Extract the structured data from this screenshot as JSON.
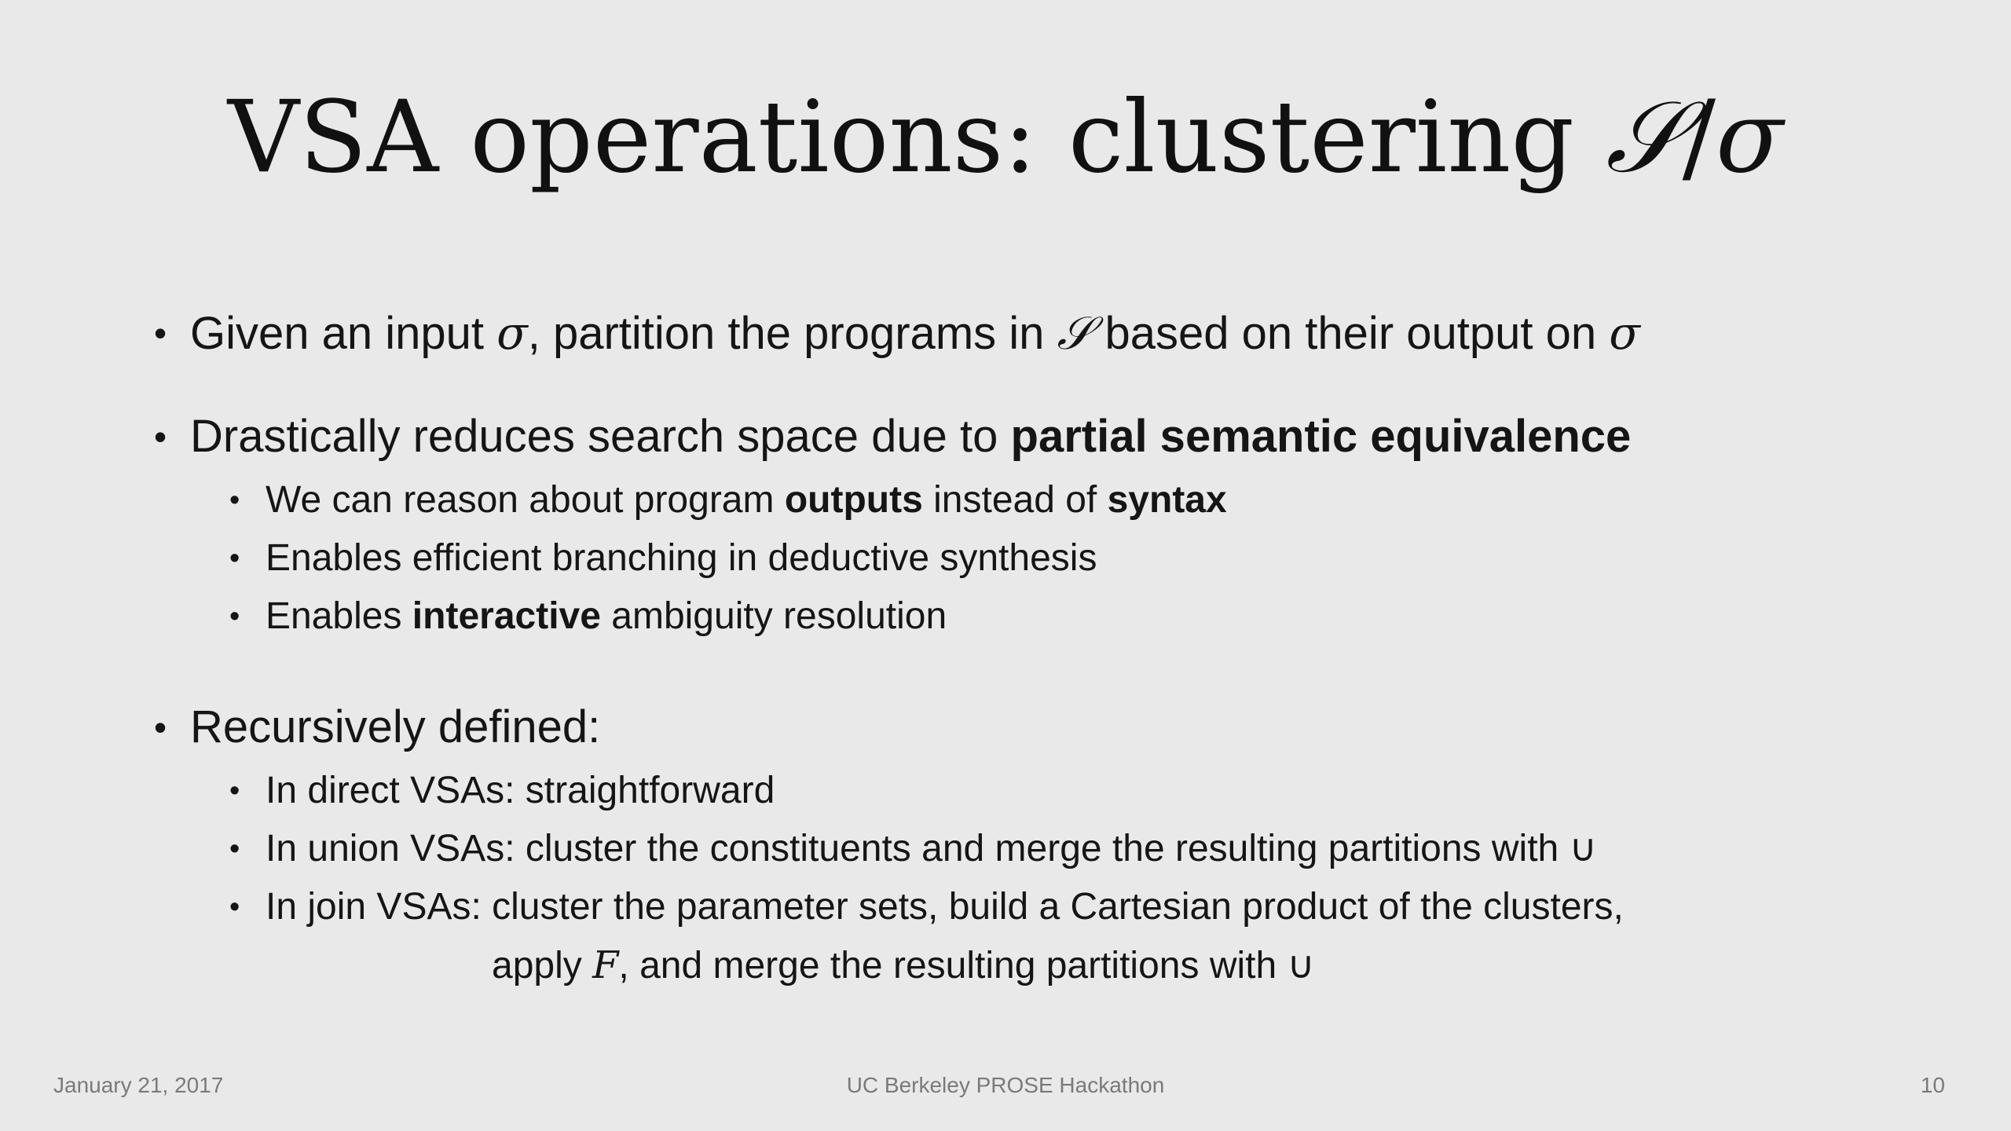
{
  "title": {
    "text": "VSA operations: clustering ",
    "math_set": "𝒮",
    "math_slash": "/",
    "math_sigma": "σ"
  },
  "bullets": {
    "b1": {
      "t1": "Given an input ",
      "m1": "σ",
      "t2": ", partition the programs in ",
      "m2": "𝒮",
      "t3": " based on their output on ",
      "m3": "σ"
    },
    "b2": {
      "t1": "Drastically reduces search space due to ",
      "bold": "partial semantic equivalence",
      "subs": {
        "s1": {
          "t1": "We can reason about program ",
          "b1": "outputs",
          "t2": " instead of ",
          "b2": "syntax"
        },
        "s2": {
          "t1": "Enables efficient branching in deductive synthesis"
        },
        "s3": {
          "t1": "Enables ",
          "b1": "interactive",
          "t2": " ambiguity resolution"
        }
      }
    },
    "b3": {
      "t1": "Recursively defined:",
      "subs": {
        "s1": {
          "t1": "In direct VSAs: straightforward"
        },
        "s2": {
          "t1": "In union VSAs: cluster the constituents and merge the resulting partitions with ∪"
        },
        "s3": {
          "t1": "In join VSAs: cluster the parameter sets, build a Cartesian product of the clusters,",
          "c1": "apply ",
          "m1": "F",
          "c2": ", and merge the resulting partitions with ∪"
        }
      }
    }
  },
  "bullet_glyph": "•",
  "footer": {
    "date": "January 21, 2017",
    "event": "UC Berkeley PROSE Hackathon",
    "page": "10"
  }
}
